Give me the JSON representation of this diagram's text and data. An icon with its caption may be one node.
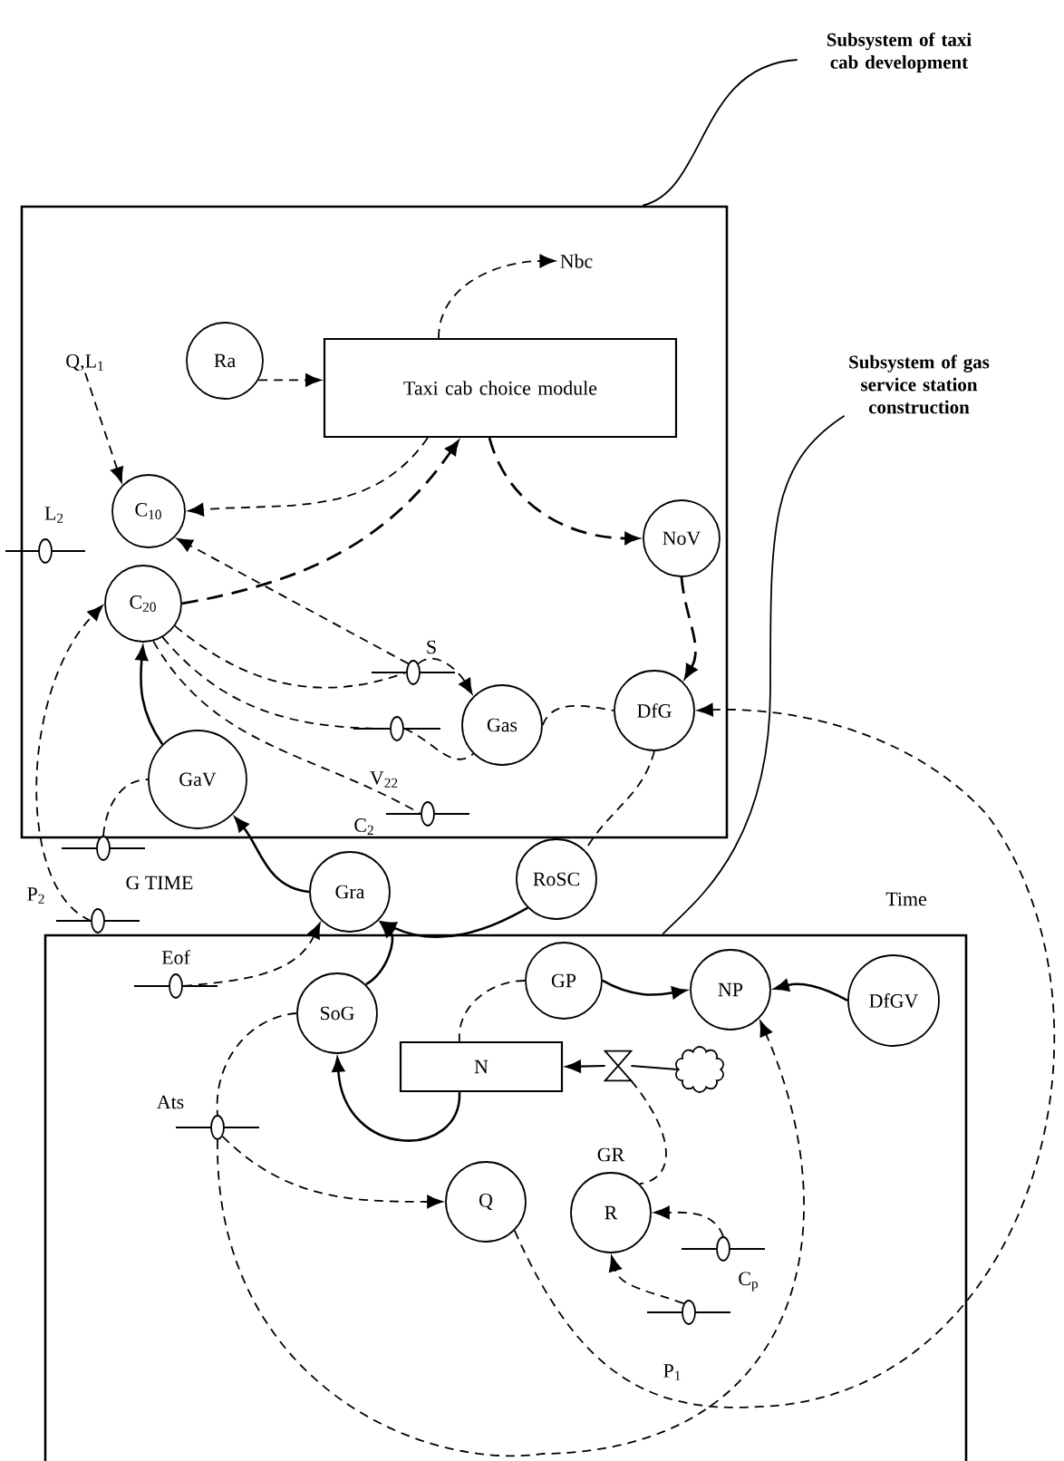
{
  "diagram": {
    "nodes": [
      {
        "text": [],
        "shape": "box"
      },
      {
        "text": [],
        "shape": "box"
      },
      {
        "text": [
          "Subsystem of taxi cab development"
        ]
      },
      {
        "text": [
          "Subsystem of gas service station construction"
        ]
      },
      {
        "text": [
          "Ra"
        ],
        "in": 0
      },
      {
        "text": [
          "Taxi cab choice module"
        ],
        "in": 0
      },
      {
        "text": [
          "Nbc"
        ],
        "in": 0
      },
      {
        "text": [
          "Q,L$_{1}$"
        ],
        "in": 0
      },
      {
        "text": [
          "C$_{10}$"
        ],
        "in": 0
      },
      {
        "text": [
          "L$_{2}$"
        ]
      },
      {
        "text": [
          "C$_{20}$"
        ],
        "in": 0
      },
      {
        "text": [
          "NoV"
        ],
        "in": 0
      },
      {
        "text": [
          "S"
        ],
        "in": 0
      },
      {
        "text": [
          "Gas"
        ],
        "in": 0
      },
      {
        "text": [],
        "shape": "valve",
        "in": 0
      },
      {
        "text": [
          "DfG"
        ],
        "in": 0
      },
      {
        "text": [
          "GaV"
        ],
        "in": 0
      },
      {
        "text": [
          "V$_{22}$",
          "C$_{2}$"
        ],
        "in": 0
      },
      {
        "text": [
          "G TIME"
        ]
      },
      {
        "text": [
          "P$_{2}$"
        ]
      },
      {
        "text": [
          "Gra"
        ]
      },
      {
        "text": [
          "RoSC"
        ]
      },
      {
        "text": [
          "Eof"
        ],
        "in": 1
      },
      {
        "text": [
          "SoG"
        ],
        "in": 1
      },
      {
        "text": [
          "GP"
        ],
        "in": 1
      },
      {
        "text": [
          "NP"
        ],
        "in": 1
      },
      {
        "text": [
          "DfGV"
        ],
        "in": 1
      },
      {
        "text": [
          "N"
        ],
        "in": 1
      },
      {
        "text": [],
        "shape": "valve",
        "in": 1
      },
      {
        "text": [],
        "shape": "cloud",
        "in": 1
      },
      {
        "text": [
          "Ats"
        ],
        "in": 1
      },
      {
        "text": [
          "Q"
        ],
        "in": 1
      },
      {
        "text": [
          "R"
        ],
        "beside": [
          "GR"
        ],
        "in": 1
      },
      {
        "text": [
          "C$_{p}$"
        ],
        "in": 1
      },
      {
        "text": [
          "P$_{1}$"
        ],
        "in": 1
      }
    ],
    "edges": [
      {
        "from": 2,
        "to": 0,
        "arrow": "none"
      },
      {
        "from": 3,
        "to": 1,
        "arrow": "none"
      },
      {
        "from": 5,
        "to": 6,
        "arrow": "to",
        "style": "dashed"
      },
      {
        "from": 4,
        "to": 5,
        "arrow": "to",
        "style": "dashed"
      },
      {
        "from": 7,
        "to": 8,
        "arrow": "to",
        "style": "dashed"
      },
      {
        "from": 5,
        "to": 8,
        "arrow": "to",
        "style": "dashed"
      },
      {
        "from": 10,
        "to": 5,
        "arrow": "to",
        "style": "dashed"
      },
      {
        "from": 5,
        "to": 11,
        "arrow": "to",
        "style": "dashed"
      },
      {
        "from": 11,
        "to": 15,
        "arrow": "to",
        "style": "dashed"
      },
      {
        "from": 10,
        "to": 12,
        "arrow": "none",
        "style": "dashed"
      },
      {
        "from": 12,
        "to": 13,
        "arrow": "to",
        "style": "dashed"
      },
      {
        "from": 10,
        "to": 14,
        "arrow": "none",
        "style": "dashed"
      },
      {
        "from": 14,
        "to": 13,
        "arrow": "none",
        "style": "dashed"
      },
      {
        "from": 13,
        "to": 15,
        "arrow": "none",
        "style": "dashed"
      },
      {
        "from": 12,
        "to": 8,
        "arrow": "to",
        "style": "dashed"
      },
      {
        "from": 10,
        "to": 17,
        "arrow": "none",
        "style": "dashed"
      },
      {
        "from": 16,
        "to": 10,
        "arrow": "to"
      },
      {
        "from": 20,
        "to": 16,
        "arrow": "to"
      },
      {
        "from": 18,
        "to": 16,
        "arrow": "none",
        "style": "dashed"
      },
      {
        "from": 19,
        "to": 10,
        "arrow": "to",
        "style": "dashed"
      },
      {
        "from": 15,
        "to": 21,
        "arrow": "none",
        "style": "dashed"
      },
      {
        "from": 21,
        "to": 20,
        "arrow": "to"
      },
      {
        "from": 23,
        "to": 20,
        "arrow": "to"
      },
      {
        "from": 22,
        "to": 20,
        "arrow": "to",
        "style": "dashed"
      },
      {
        "from": 24,
        "to": 25,
        "arrow": "to"
      },
      {
        "from": 26,
        "to": 25,
        "arrow": "to"
      },
      {
        "from": 24,
        "to": 27,
        "arrow": "none",
        "style": "dashed"
      },
      {
        "from": 29,
        "to": 28,
        "arrow": "none"
      },
      {
        "from": 28,
        "to": 27,
        "arrow": "to"
      },
      {
        "from": 27,
        "to": 23,
        "arrow": "to"
      },
      {
        "from": 28,
        "to": 32,
        "arrow": "none",
        "style": "dashed"
      },
      {
        "from": 33,
        "to": 32,
        "arrow": "to",
        "style": "dashed"
      },
      {
        "from": 34,
        "to": 32,
        "arrow": "to",
        "style": "dashed"
      },
      {
        "from": 30,
        "to": 31,
        "arrow": "to",
        "style": "dashed"
      },
      {
        "from": 23,
        "to": 30,
        "arrow": "none",
        "style": "dashed"
      },
      {
        "from": 30,
        "to": 25,
        "arrow": "to",
        "style": "dashed"
      },
      {
        "from": 31,
        "to": 15,
        "arrow": "to",
        "style": "dashed"
      }
    ],
    "labels": [
      "Time"
    ]
  }
}
